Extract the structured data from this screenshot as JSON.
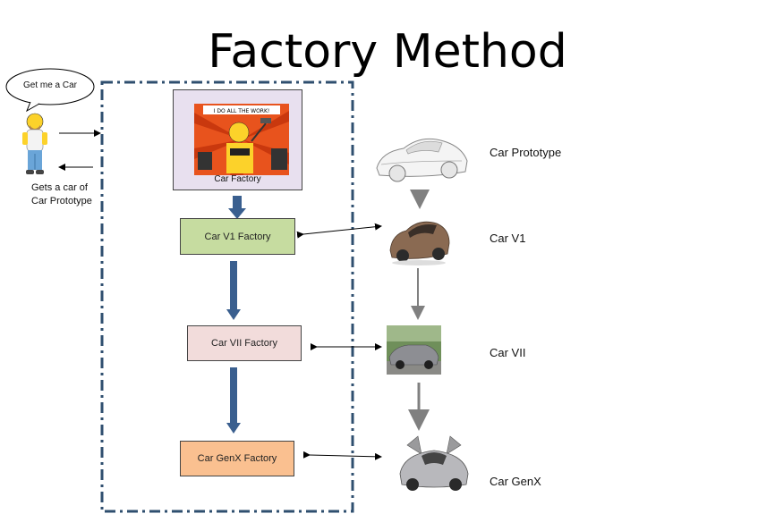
{
  "diagram": {
    "title": "Factory Method",
    "client": {
      "speech": "Get me a Car",
      "response_line1": "Gets a car of",
      "response_line2": "Car Prototype"
    },
    "factories": {
      "base": {
        "label": "Car Factory",
        "image_caption": "I DO ALL THE WORK!"
      },
      "v1": {
        "label": "Car V1 Factory",
        "color": "#c6dca0"
      },
      "vii": {
        "label": "Car VII Factory",
        "color": "#f2dcdb"
      },
      "genx": {
        "label": "Car GenX Factory",
        "color": "#fac090"
      }
    },
    "cars": {
      "prototype": "Car Prototype",
      "v1": "Car V1",
      "vii": "Car VII",
      "genx": "Car GenX"
    },
    "colors": {
      "dashed_border": "#2f4f6f",
      "factory_arrow": "#3a5f8f",
      "car_arrow": "#808080",
      "car_factory_bg": "#e8e0ef"
    }
  }
}
